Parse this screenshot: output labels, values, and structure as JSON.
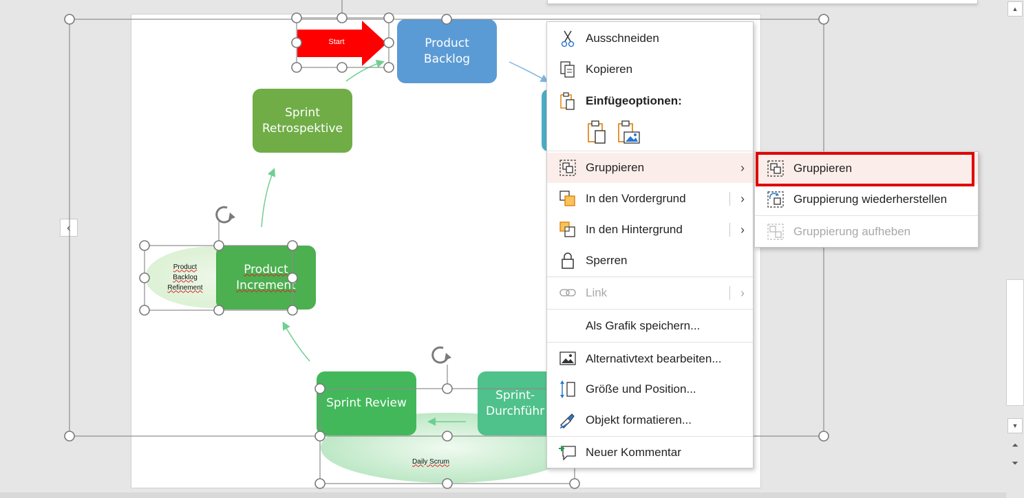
{
  "diagram": {
    "start_label": "Start",
    "product_backlog": "Product\nBacklog",
    "sprint_retrospektive": "Sprint\nRetrospektive",
    "product_increment": "Product\nIncrement",
    "product_backlog_refinement": "Product\nBacklog\nRefinement",
    "sprint_review": "Sprint Review",
    "sprint_durchfuehrung": "Sprint-\nDurchführ",
    "daily_scrum": "Daily Scrum"
  },
  "context_menu": {
    "cut": "Ausschneiden",
    "copy": "Kopieren",
    "paste_options": "Einfügeoptionen:",
    "group": "Gruppieren",
    "bring_front": "In den Vordergrund",
    "send_back": "In den Hintergrund",
    "lock": "Sperren",
    "link": "Link",
    "save_as_picture": "Als Grafik speichern...",
    "alt_text": "Alternativtext bearbeiten...",
    "size_position": "Größe und Position...",
    "format_object": "Objekt formatieren...",
    "new_comment": "Neuer Kommentar"
  },
  "submenu": {
    "group": "Gruppieren",
    "regroup": "Gruppierung wiederherstellen",
    "ungroup": "Gruppierung aufheben"
  },
  "colors": {
    "highlight_border": "#e00000",
    "hover_bg": "#fbeeea",
    "backlog": "#5b9bd5",
    "retro": "#70ad47",
    "increment": "#4caf50",
    "review": "#43b85a",
    "durchfuehrung": "#4fc18a",
    "start_arrow": "#ff0000"
  },
  "icons": {
    "scroll_left": "‹",
    "scroll_up": "▲",
    "scroll_down": "▼",
    "page_up": "⏶",
    "page_down": "⏷",
    "submenu_arrow": "›"
  }
}
